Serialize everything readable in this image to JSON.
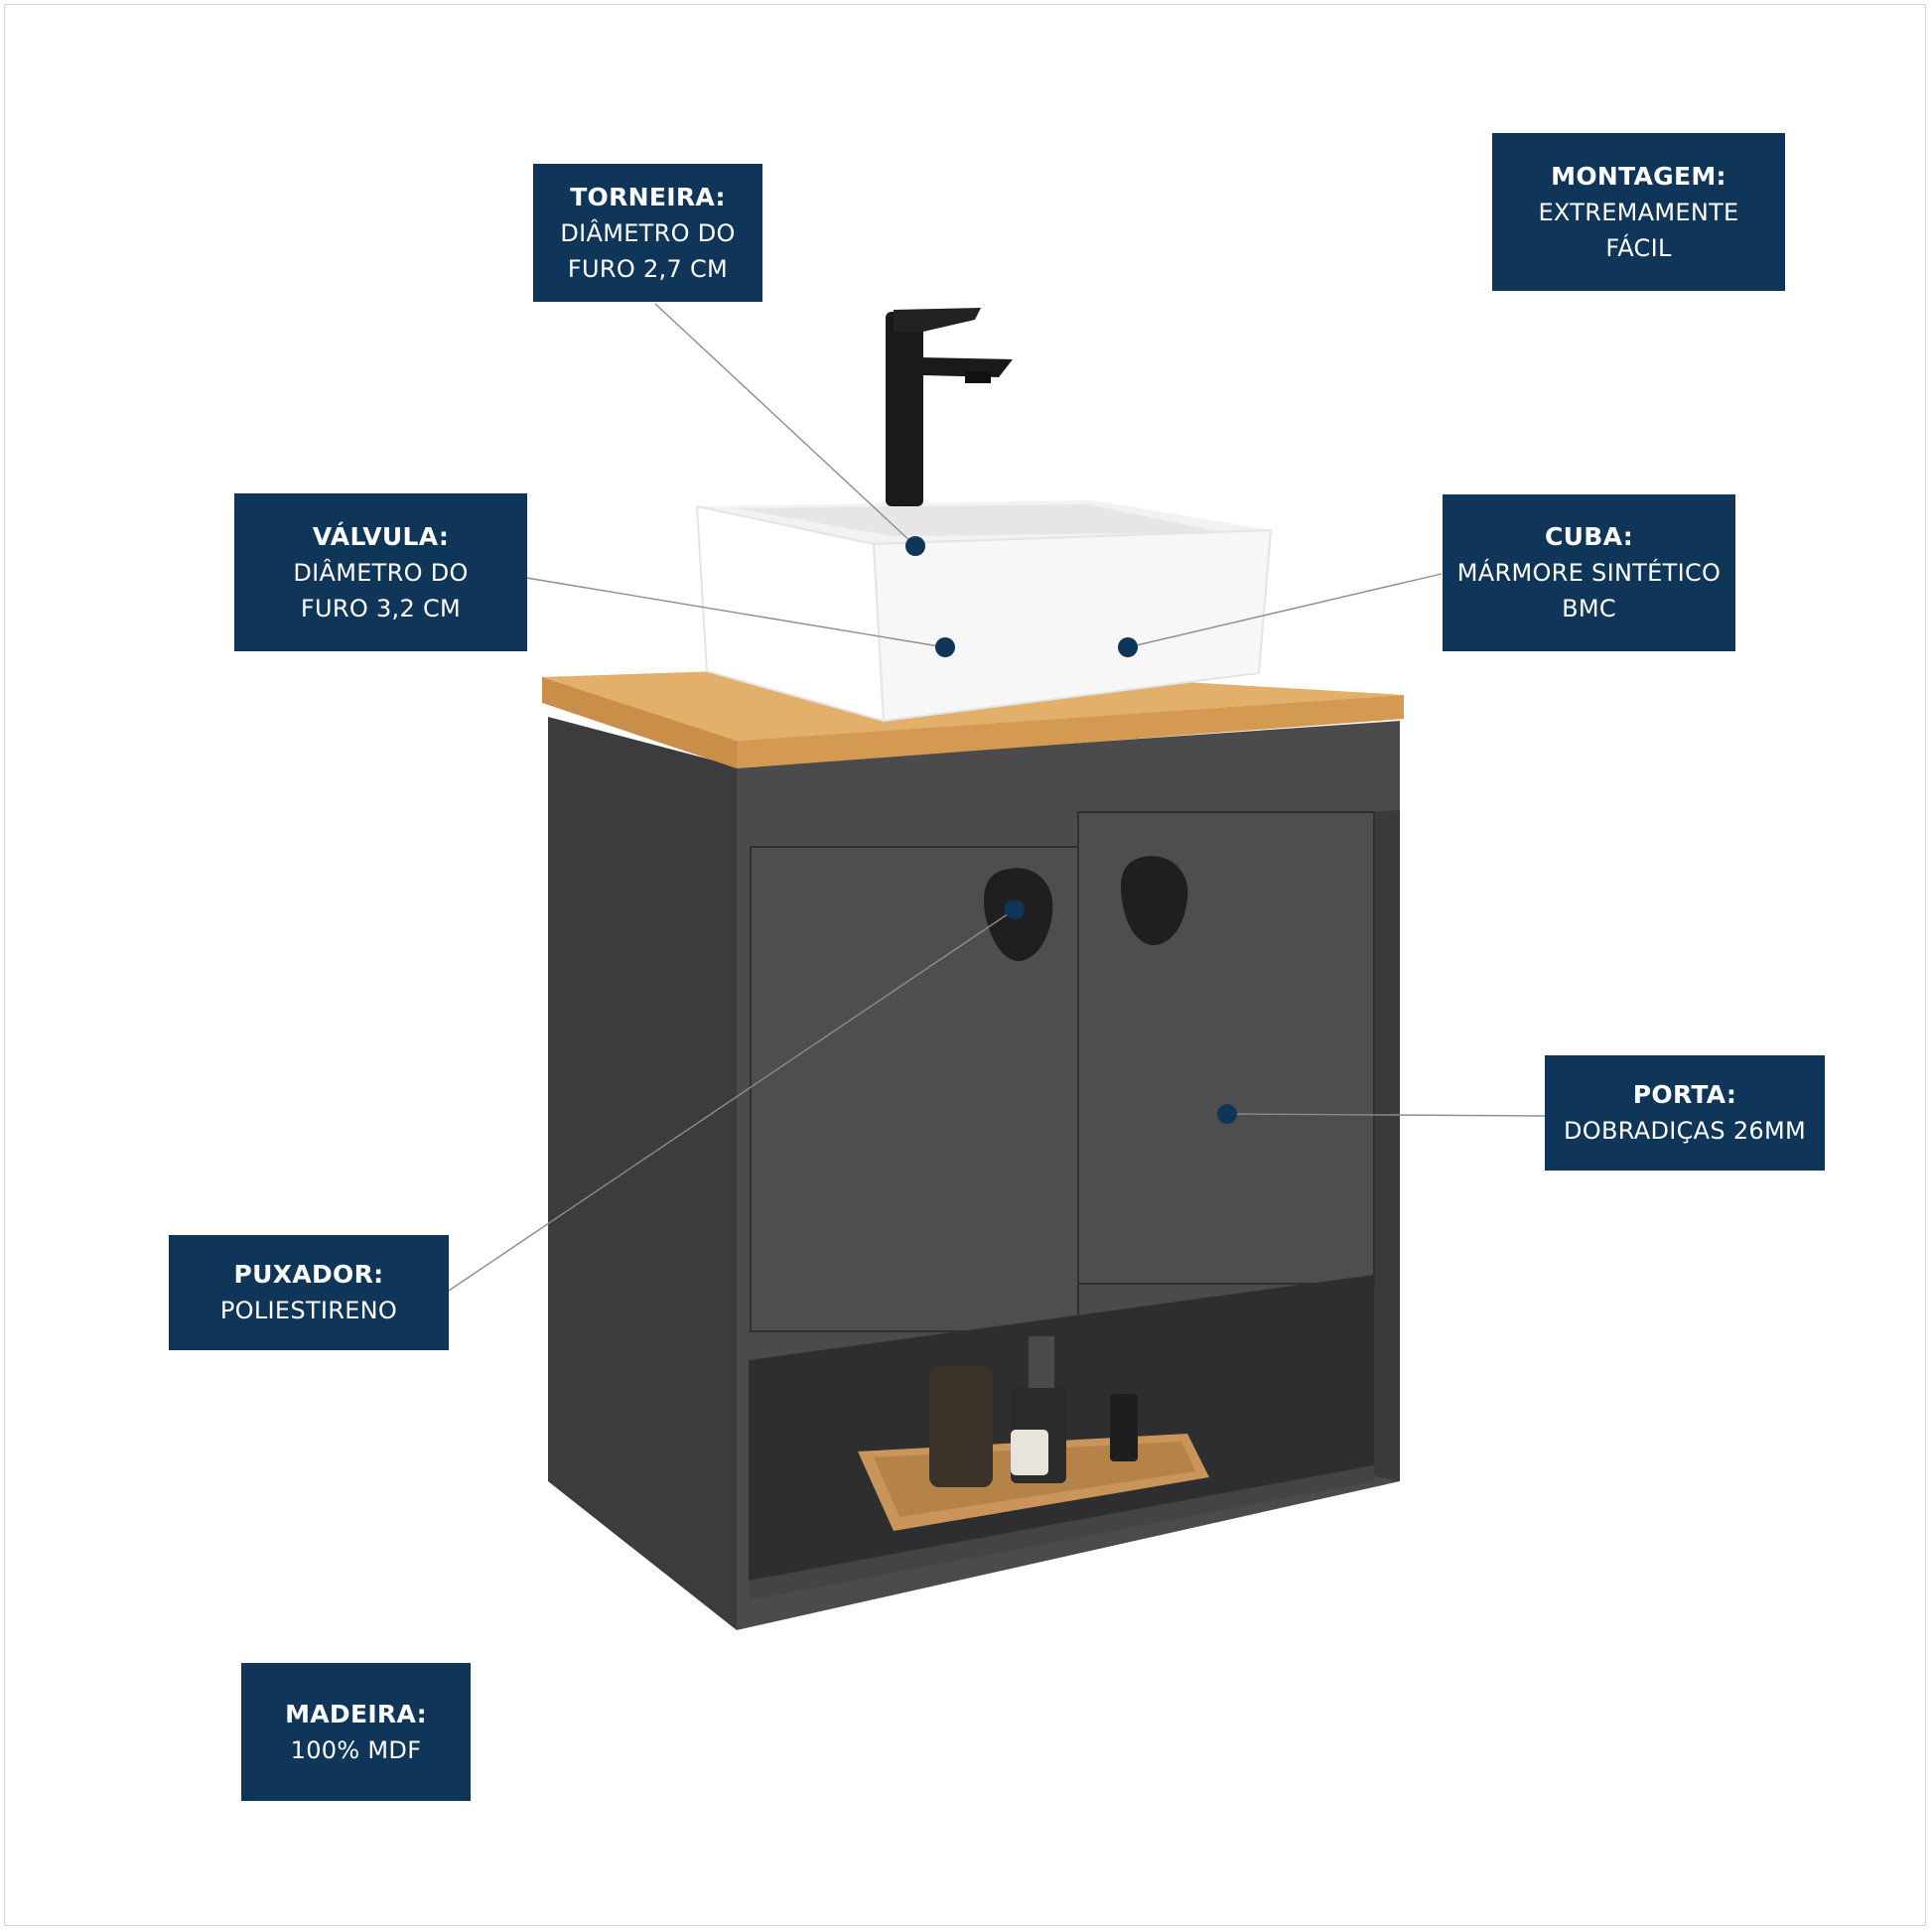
{
  "colors": {
    "label_bg": "#0f3559",
    "label_text": "#ffffff",
    "cabinet": "#4a4a4c",
    "countertop": "#d7a460",
    "basin": "#ffffff",
    "marker": "#0f3559"
  },
  "labels": {
    "torneira": {
      "title": "TORNEIRA:",
      "lines": [
        "DIÂMETRO DO",
        "FURO 2,7 CM"
      ]
    },
    "montagem": {
      "title": "MONTAGEM:",
      "lines": [
        "EXTREMAMENTE",
        "FÁCIL"
      ]
    },
    "valvula": {
      "title": "VÁLVULA:",
      "lines": [
        "DIÂMETRO DO",
        "FURO 3,2 CM"
      ]
    },
    "cuba": {
      "title": "CUBA:",
      "lines": [
        "MÁRMORE SINTÉTICO",
        "BMC"
      ]
    },
    "porta": {
      "title": "PORTA:",
      "lines": [
        "DOBRADIÇAS 26MM"
      ]
    },
    "puxador": {
      "title": "PUXADOR:",
      "lines": [
        "POLIESTIRENO"
      ]
    },
    "madeira": {
      "title": "MADEIRA:",
      "lines": [
        "100% MDF"
      ]
    }
  }
}
